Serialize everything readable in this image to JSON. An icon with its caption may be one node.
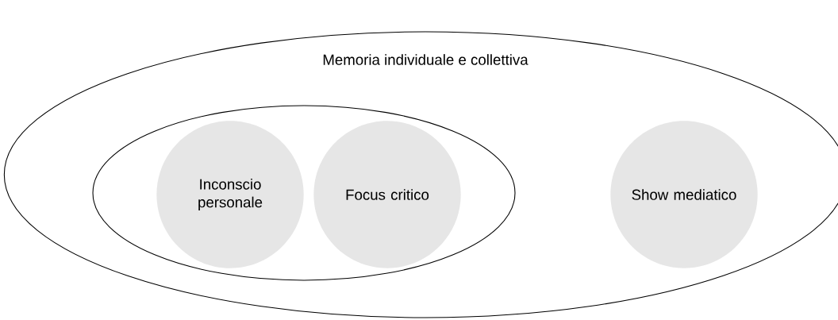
{
  "diagram": {
    "nodes": [
      {
        "text": [
          "Memoria individuale e collettiva"
        ]
      },
      {
        "text": [],
        "shape": "ellipse",
        "in": 0
      },
      {
        "text": [
          "Inconscio personale"
        ],
        "in": 1
      },
      {
        "text": [
          "Focus critico"
        ],
        "in": 1
      },
      {
        "text": [
          "Show mediatico"
        ],
        "in": 0
      }
    ]
  }
}
